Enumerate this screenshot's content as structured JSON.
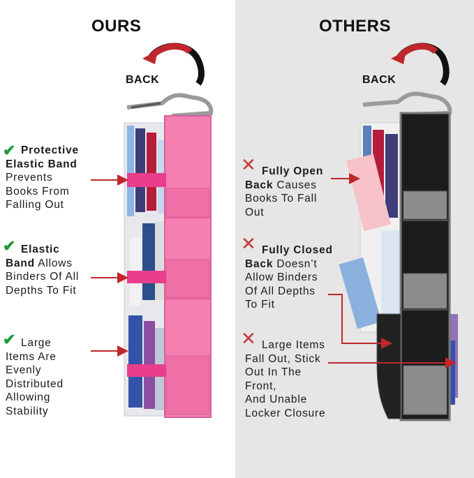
{
  "left": {
    "heading": "OURS",
    "back_label": "BACK",
    "features": [
      {
        "bold": "Protective\nElastic Band",
        "rest": "\nPrevents\nBooks From\nFalling Out"
      },
      {
        "bold": "Elastic\nBand",
        "rest": " Allows\nBinders Of All\nDepths To Fit"
      },
      {
        "bold": "",
        "rest": "Large\nItems Are\nEvenly\nDistributed\nAllowing\nStability"
      }
    ]
  },
  "right": {
    "heading": "OTHERS",
    "back_label": "BACK",
    "issues": [
      {
        "bold": "Fully Open\nBack",
        "rest": " Causes\nBooks To Fall\nOut"
      },
      {
        "bold": "Fully Closed\nBack",
        "rest": " Doesn’t\nAllow Binders\nOf All Depths\n To Fit"
      },
      {
        "bold": "",
        "rest": "Large Items\nFall Out, Stick\nOut In The\nFront,\nAnd Unable\nLocker Closure"
      }
    ]
  },
  "colors": {
    "check": "#1e9a3a",
    "cross": "#c23a3a",
    "arrow": "#c0272d",
    "pink_organizer": "#f47fb0",
    "pink_band": "#e83e8c",
    "black_organizer": "#1c1c1c",
    "gray_pocket": "#8c8c8c"
  }
}
